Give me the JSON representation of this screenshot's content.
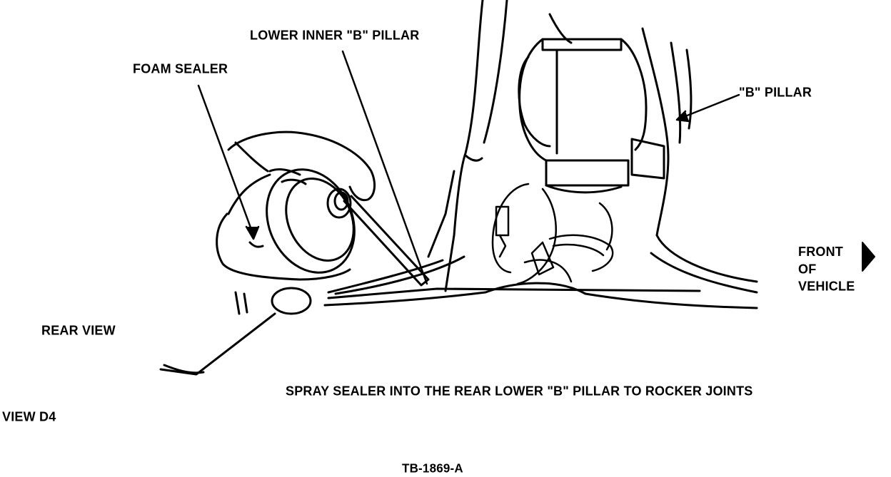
{
  "labels": {
    "lower_inner_b_pillar": "LOWER INNER \"B\" PILLAR",
    "foam_sealer": "FOAM SEALER",
    "b_pillar": "\"B\" PILLAR",
    "front_of_vehicle": [
      "FRONT",
      "OF",
      "VEHICLE"
    ],
    "rear_view": "REAR VIEW",
    "instruction": "SPRAY SEALER INTO THE REAR LOWER \"B\" PILLAR TO ROCKER JOINTS",
    "view_id": "VIEW D4",
    "figure_code": "TB-1869-A"
  },
  "colors": {
    "ink": "#000000",
    "paper": "#ffffff"
  }
}
